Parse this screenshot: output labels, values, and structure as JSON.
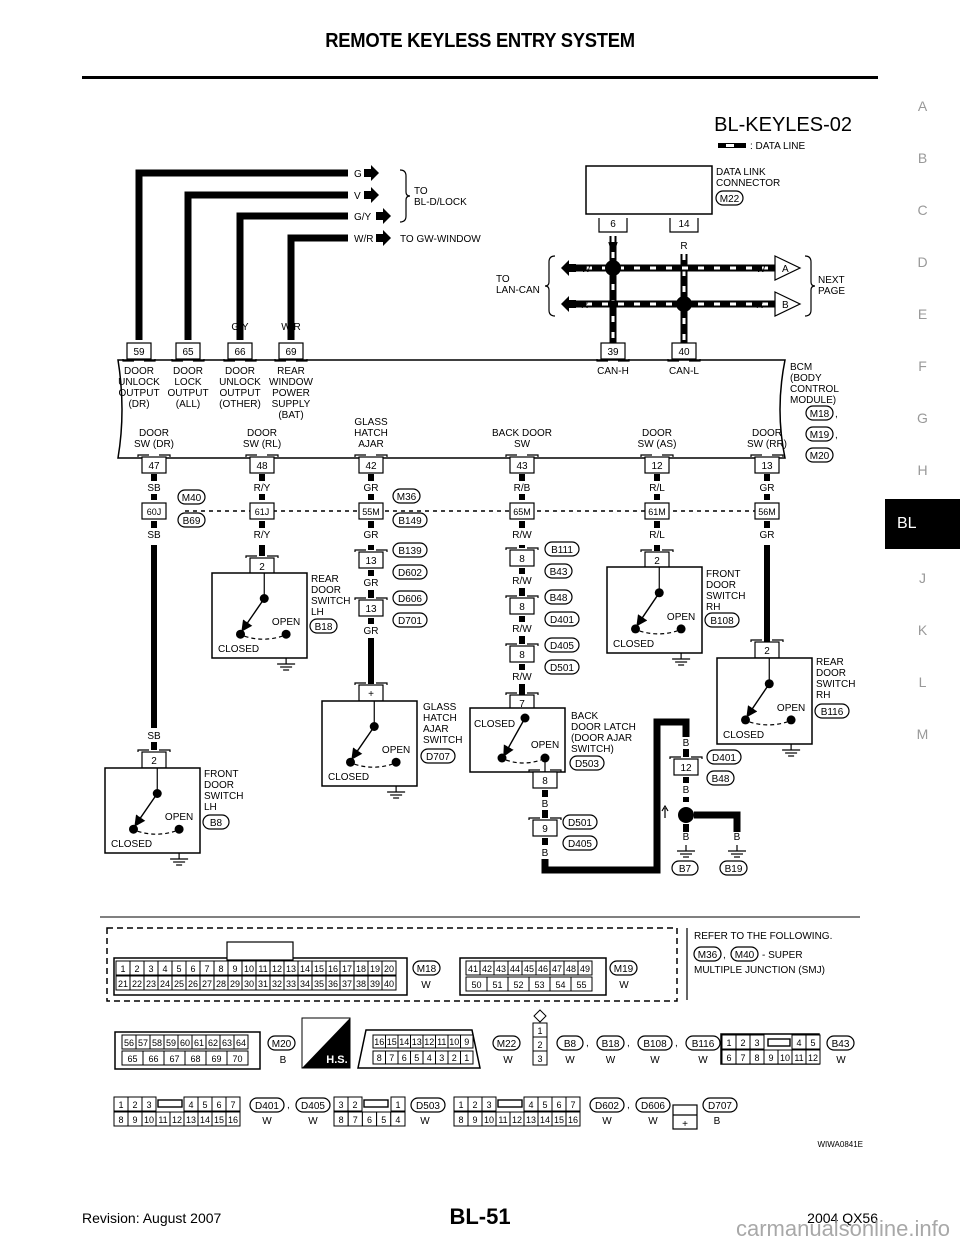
{
  "header": {
    "title": "REMOTE KEYLESS ENTRY SYSTEM"
  },
  "side_tabs": [
    "A",
    "B",
    "C",
    "D",
    "E",
    "F",
    "G",
    "H",
    "BL",
    "J",
    "K",
    "L",
    "M"
  ],
  "active_tab": "BL",
  "footer": {
    "revision": "Revision: August 2007",
    "page": "BL-51",
    "model": "2004 QX56",
    "watermark": "carmanualsonline.info"
  },
  "diagram": {
    "id": "BL-KEYLES-02",
    "legend_data_line": ": DATA LINE",
    "figure_code": "WIWA0841E",
    "outputs": [
      {
        "color": "G"
      },
      {
        "color": "V"
      },
      {
        "color": "G/Y"
      },
      {
        "color": "W/R"
      }
    ],
    "to_bl_dlock": "TO\nBL-D/LOCK",
    "to_gw_window": "TO GW-WINDOW",
    "dlc": {
      "label": "DATA LINK\nCONNECTOR",
      "connector": "M22",
      "pins": [
        "6",
        "14"
      ],
      "colors": [
        "W",
        "R"
      ]
    },
    "lan_can": "TO\nLAN-CAN",
    "next_page": "NEXT\nPAGE",
    "can_colors": {
      "w": "W",
      "r": "R"
    },
    "next_page_markers": [
      "A",
      "B"
    ],
    "bcm": {
      "label": "BCM\n(BODY\nCONTROL\nMODULE)",
      "connectors": [
        "M18",
        "M19",
        "M20"
      ],
      "top_pins": [
        {
          "pin": "59",
          "color": "G",
          "label": "DOOR\nUNLOCK\nOUTPUT\n(DR)"
        },
        {
          "pin": "65",
          "color": "V",
          "label": "DOOR\nLOCK\nOUTPUT\n(ALL)"
        },
        {
          "pin": "66",
          "color": "G/Y",
          "label": "DOOR\nUNLOCK\nOUTPUT\n(OTHER)"
        },
        {
          "pin": "69",
          "color": "W/R",
          "label": "REAR\nWINDOW\nPOWER\nSUPPLY\n(BAT)"
        }
      ],
      "can_pins": [
        {
          "pin": "39",
          "label": "CAN-H"
        },
        {
          "pin": "40",
          "label": "CAN-L"
        }
      ],
      "bottom_pins": [
        {
          "pin": "47",
          "label": "DOOR\nSW (DR)"
        },
        {
          "pin": "48",
          "label": "DOOR\nSW (RL)"
        },
        {
          "pin": "42",
          "label": "GLASS\nHATCH\nAJAR"
        },
        {
          "pin": "43",
          "label": "BACK DOOR\nSW"
        },
        {
          "pin": "12",
          "label": "DOOR\nSW (AS)"
        },
        {
          "pin": "13",
          "label": "DOOR\nSW (RR)"
        }
      ]
    },
    "smj": {
      "top": [
        "M40",
        "M36"
      ],
      "bottom": [
        "B69",
        "B149"
      ],
      "pins": [
        "60J",
        "61J",
        "55M",
        "65M",
        "61M",
        "56M"
      ],
      "colors_above": [
        "SB",
        "R/Y",
        "GR",
        "R/B",
        "R/L",
        "GR"
      ],
      "colors_below": [
        "SB",
        "R/Y",
        "GR",
        "R/W",
        "R/L",
        "GR"
      ]
    },
    "glass_hatch_chain": [
      {
        "pin": "13",
        "conn": [
          "B139",
          "D602"
        ],
        "color_below": "GR"
      },
      {
        "pin": "13",
        "conn": [
          "D606",
          "D701"
        ],
        "color_below": "GR"
      }
    ],
    "back_door_chain": [
      {
        "pin": "8",
        "conn": [
          "B111",
          "B43"
        ],
        "color_below": "R/W"
      },
      {
        "pin": "8",
        "conn": [
          "B48",
          "D401"
        ],
        "color_below": "R/W"
      },
      {
        "pin": "8",
        "conn": [
          "D405",
          "D501"
        ],
        "color_below": "R/W"
      }
    ],
    "switches": [
      {
        "name": "REAR\nDOOR\nSWITCH\nLH",
        "conn": "B18",
        "pin": "2"
      },
      {
        "name": "FRONT\nDOOR\nSWITCH\nRH",
        "conn": "B108",
        "pin": "2"
      },
      {
        "name": "REAR\nDOOR\nSWITCH\nRH",
        "conn": "B116",
        "pin": "2"
      },
      {
        "name": "GLASS\nHATCH\nAJAR\nSWITCH",
        "conn": "D707",
        "pin": "+"
      },
      {
        "name": "BACK\nDOOR LATCH\n(DOOR AJAR\nSWITCH)",
        "conn": "D503",
        "pin": "7",
        "pin_out": "8"
      },
      {
        "name": "FRONT\nDOOR\nSWITCH\nLH",
        "conn": "B8",
        "pin": "2"
      }
    ],
    "switch_states": {
      "open": "OPEN",
      "closed": "CLOSED"
    },
    "sb_label": "SB",
    "ground": {
      "back_chain": [
        {
          "pin": "9",
          "conn": [
            "D501",
            "D405"
          ]
        }
      ],
      "latch_wire": "B",
      "junction": {
        "pin": "12",
        "conn": [
          "D401",
          "B48"
        ]
      },
      "grounds": [
        "B7",
        "B19"
      ],
      "wire": "B"
    },
    "refer": {
      "line1": "REFER TO THE FOLLOWING.",
      "c1": "M36",
      "c2": "M40",
      "suffix": "- SUPER",
      "line2": "MULTIPLE JUNCTION (SMJ)"
    },
    "connectors_legend": {
      "m18": {
        "id": "M18",
        "color": "W",
        "row1": [
          "1",
          "2",
          "3",
          "4",
          "5",
          "6",
          "7",
          "8",
          "9",
          "10",
          "11",
          "12",
          "13",
          "14",
          "15",
          "16",
          "17",
          "18",
          "19",
          "20"
        ],
        "row2": [
          "21",
          "22",
          "23",
          "24",
          "25",
          "26",
          "27",
          "28",
          "29",
          "30",
          "31",
          "32",
          "33",
          "34",
          "35",
          "36",
          "37",
          "38",
          "39",
          "40"
        ]
      },
      "m19": {
        "id": "M19",
        "color": "W",
        "row1": [
          "41",
          "42",
          "43",
          "44",
          "45",
          "46",
          "47",
          "48",
          "49"
        ],
        "row2": [
          "50",
          "51",
          "52",
          "53",
          "54",
          "55"
        ]
      },
      "m20": {
        "id": "M20",
        "color": "B",
        "row1": [
          "56",
          "57",
          "58",
          "59",
          "60",
          "61",
          "62",
          "63",
          "64"
        ],
        "row2": [
          "65",
          "66",
          "67",
          "68",
          "69",
          "70"
        ]
      },
      "hs": "H.S.",
      "m22": {
        "id": "M22",
        "color": "W",
        "row1": [
          "16",
          "15",
          "14",
          "13",
          "12",
          "11",
          "10",
          "9"
        ],
        "row2": [
          "8",
          "7",
          "6",
          "5",
          "4",
          "3",
          "2",
          "1"
        ]
      },
      "b8group": {
        "ids": [
          "B8",
          "B18",
          "B108",
          "B116"
        ],
        "colors": [
          "W",
          "W",
          "W",
          "W"
        ],
        "pins": [
          "1",
          "2",
          "3"
        ]
      },
      "b43": {
        "id": "B43",
        "color": "W",
        "row1": [
          "1",
          "2",
          "3",
          "",
          "4",
          "5"
        ],
        "row2": [
          "6",
          "7",
          "8",
          "9",
          "10",
          "11",
          "12"
        ]
      },
      "d401": {
        "ids": [
          "D401",
          "D405"
        ],
        "colors": [
          "W",
          "W"
        ],
        "row1": [
          "1",
          "2",
          "3",
          "",
          "4",
          "5",
          "6",
          "7"
        ],
        "row2": [
          "8",
          "9",
          "10",
          "11",
          "12",
          "13",
          "14",
          "15",
          "16"
        ]
      },
      "d503": {
        "id": "D503",
        "color": "W",
        "row1": [
          "3",
          "2",
          "",
          "1"
        ],
        "row2": [
          "8",
          "7",
          "6",
          "5",
          "4"
        ]
      },
      "d602": {
        "ids": [
          "D602",
          "D606"
        ],
        "colors": [
          "W",
          "W"
        ],
        "row1": [
          "1",
          "2",
          "3",
          "",
          "4",
          "5",
          "6",
          "7"
        ],
        "row2": [
          "8",
          "9",
          "10",
          "11",
          "12",
          "13",
          "14",
          "15",
          "16"
        ]
      },
      "d707": {
        "id": "D707",
        "color": "B",
        "pin": "+"
      }
    }
  }
}
